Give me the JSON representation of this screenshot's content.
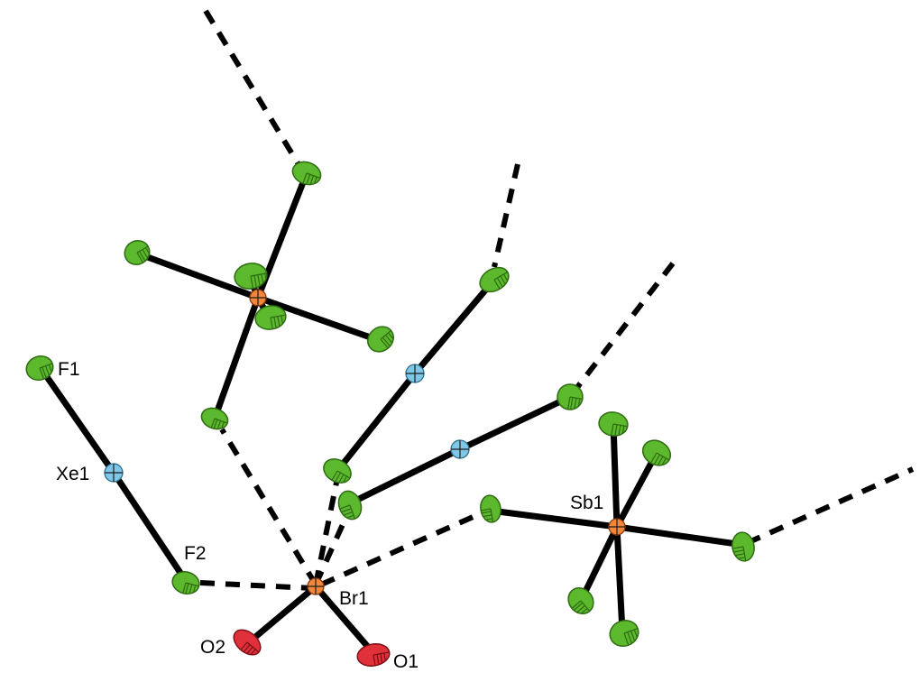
{
  "diagram": {
    "labels": {
      "F1": "F1",
      "Xe1": "Xe1",
      "F2": "F2",
      "Br1": "Br1",
      "O1": "O1",
      "O2": "O2",
      "Sb1": "Sb1"
    },
    "colors": {
      "fluorine": "#5cb82c",
      "fluorine_dark": "#2e6b12",
      "xenon": "#7ec7e6",
      "bromine": "#f2873b",
      "antimony": "#f2873b",
      "oxygen": "#e0303a",
      "bond": "#000000"
    }
  }
}
